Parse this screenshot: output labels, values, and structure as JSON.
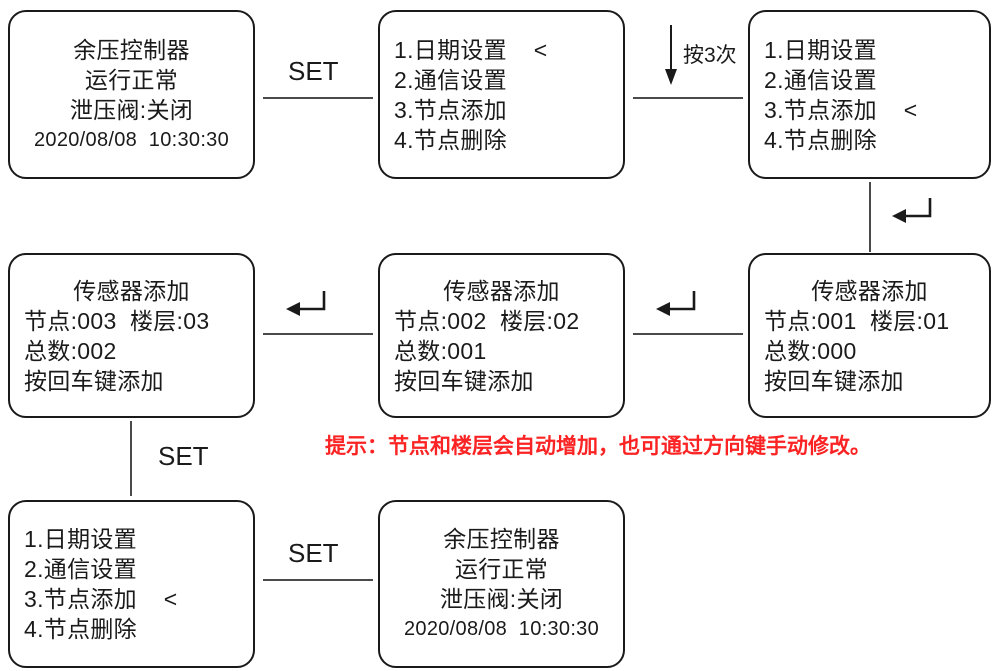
{
  "colors": {
    "ink": "#1a1a1a",
    "line": "#4a4a4a",
    "hint_red": "#fb2323",
    "panel_bg": "#ffffff"
  },
  "panels": {
    "home_top": {
      "name": "余压控制器主界面",
      "lines": [
        "余压控制器",
        "运行正常",
        "泄压阀:关闭",
        "2020/08/08  10:30:30"
      ]
    },
    "menu_date": {
      "name": "主菜单-日期设置选中",
      "lines": [
        "1.日期设置    <",
        "2.通信设置",
        "3.节点添加",
        "4.节点删除"
      ]
    },
    "menu_node_add": {
      "name": "主菜单-节点添加选中",
      "lines": [
        "1.日期设置",
        "2.通信设置",
        "3.节点添加    <",
        "4.节点删除"
      ]
    },
    "sensor_001": {
      "name": "传感器添加-001",
      "title": "传感器添加",
      "lines": [
        "节点:001  楼层:01",
        "总数:000",
        "按回车键添加"
      ]
    },
    "sensor_002": {
      "name": "传感器添加-002",
      "title": "传感器添加",
      "lines": [
        "节点:002  楼层:02",
        "总数:001",
        "按回车键添加"
      ]
    },
    "sensor_003": {
      "name": "传感器添加-003",
      "title": "传感器添加",
      "lines": [
        "节点:003  楼层:03",
        "总数:002",
        "按回车键添加"
      ]
    },
    "menu_node_add_bottom": {
      "name": "主菜单-节点添加选中-返回",
      "lines": [
        "1.日期设置",
        "2.通信设置",
        "3.节点添加    <",
        "4.节点删除"
      ]
    },
    "home_bottom": {
      "name": "余压控制器主界面-返回",
      "lines": [
        "余压控制器",
        "运行正常",
        "泄压阀:关闭",
        "2020/08/08  10:30:30"
      ]
    }
  },
  "connectors": {
    "set_top": "SET",
    "press_three": "按3次",
    "set_left_vertical": "SET",
    "set_bottom": "SET",
    "enter_symbol": "↵"
  },
  "hint": {
    "text": "提示：节点和楼层会自动增加，也可通过方向键手动修改。"
  }
}
